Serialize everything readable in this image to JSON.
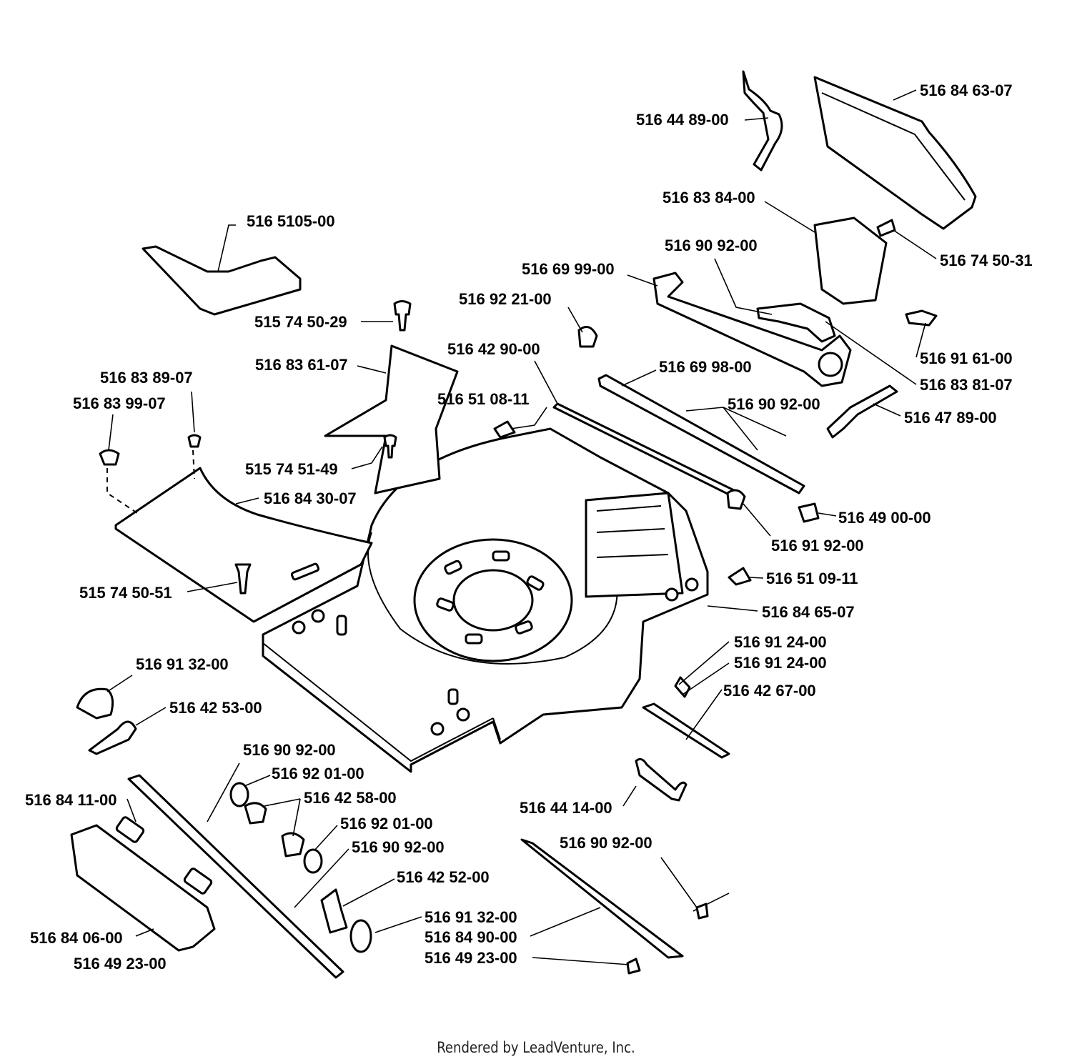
{
  "labels": [
    {
      "id": "l1",
      "text": "516 44 89-00"
    },
    {
      "id": "l2",
      "text": "516 84 63-07"
    },
    {
      "id": "l3",
      "text": "516 83 84-00"
    },
    {
      "id": "l4",
      "text": "516 5105-00"
    },
    {
      "id": "l5",
      "text": "516 90 92-00"
    },
    {
      "id": "l6",
      "text": "516 74 50-31"
    },
    {
      "id": "l7",
      "text": "516 69 99-00"
    },
    {
      "id": "l8",
      "text": "515 74 50-29"
    },
    {
      "id": "l9",
      "text": "516 92 21-00"
    },
    {
      "id": "l10",
      "text": "516 91 61-00"
    },
    {
      "id": "l11",
      "text": "516 42 90-00"
    },
    {
      "id": "l12",
      "text": "516 83 61-07"
    },
    {
      "id": "l13",
      "text": "516 69 98-00"
    },
    {
      "id": "l14",
      "text": "516 83 81-07"
    },
    {
      "id": "l15",
      "text": "516 83 89-07"
    },
    {
      "id": "l16",
      "text": "516 83 99-07"
    },
    {
      "id": "l17",
      "text": "516 51 08-11"
    },
    {
      "id": "l18",
      "text": "516 90 92-00"
    },
    {
      "id": "l19",
      "text": "516 47 89-00"
    },
    {
      "id": "l20",
      "text": "515 74 51-49"
    },
    {
      "id": "l21",
      "text": "516 84 30-07"
    },
    {
      "id": "l22",
      "text": "516 49 00-00"
    },
    {
      "id": "l23",
      "text": "516 91 92-00"
    },
    {
      "id": "l24",
      "text": "516 51 09-11"
    },
    {
      "id": "l25",
      "text": "515 74 50-51"
    },
    {
      "id": "l26",
      "text": "516 84 65-07"
    },
    {
      "id": "l27",
      "text": "516 91 24-00"
    },
    {
      "id": "l28",
      "text": "516 91 24-00"
    },
    {
      "id": "l29",
      "text": "516 91 32-00"
    },
    {
      "id": "l30",
      "text": "516 42 67-00"
    },
    {
      "id": "l31",
      "text": "516 42 53-00"
    },
    {
      "id": "l32",
      "text": "516 90 92-00"
    },
    {
      "id": "l33",
      "text": "516 92 01-00"
    },
    {
      "id": "l34",
      "text": "516 84 11-00"
    },
    {
      "id": "l35",
      "text": "516 42 58-00"
    },
    {
      "id": "l36",
      "text": "516 44 14-00"
    },
    {
      "id": "l37",
      "text": "516 92 01-00"
    },
    {
      "id": "l38",
      "text": "516 90 92-00"
    },
    {
      "id": "l39",
      "text": "516 90 92-00"
    },
    {
      "id": "l40",
      "text": "516 42 52-00"
    },
    {
      "id": "l41",
      "text": "516 91 32-00"
    },
    {
      "id": "l42",
      "text": "516 84 06-00"
    },
    {
      "id": "l43",
      "text": "516 84 90-00"
    },
    {
      "id": "l44",
      "text": "516 49 23-00"
    },
    {
      "id": "l45",
      "text": "516 49 23-00"
    }
  ],
  "footer": {
    "text": "Rendered by LeadVenture, Inc."
  }
}
